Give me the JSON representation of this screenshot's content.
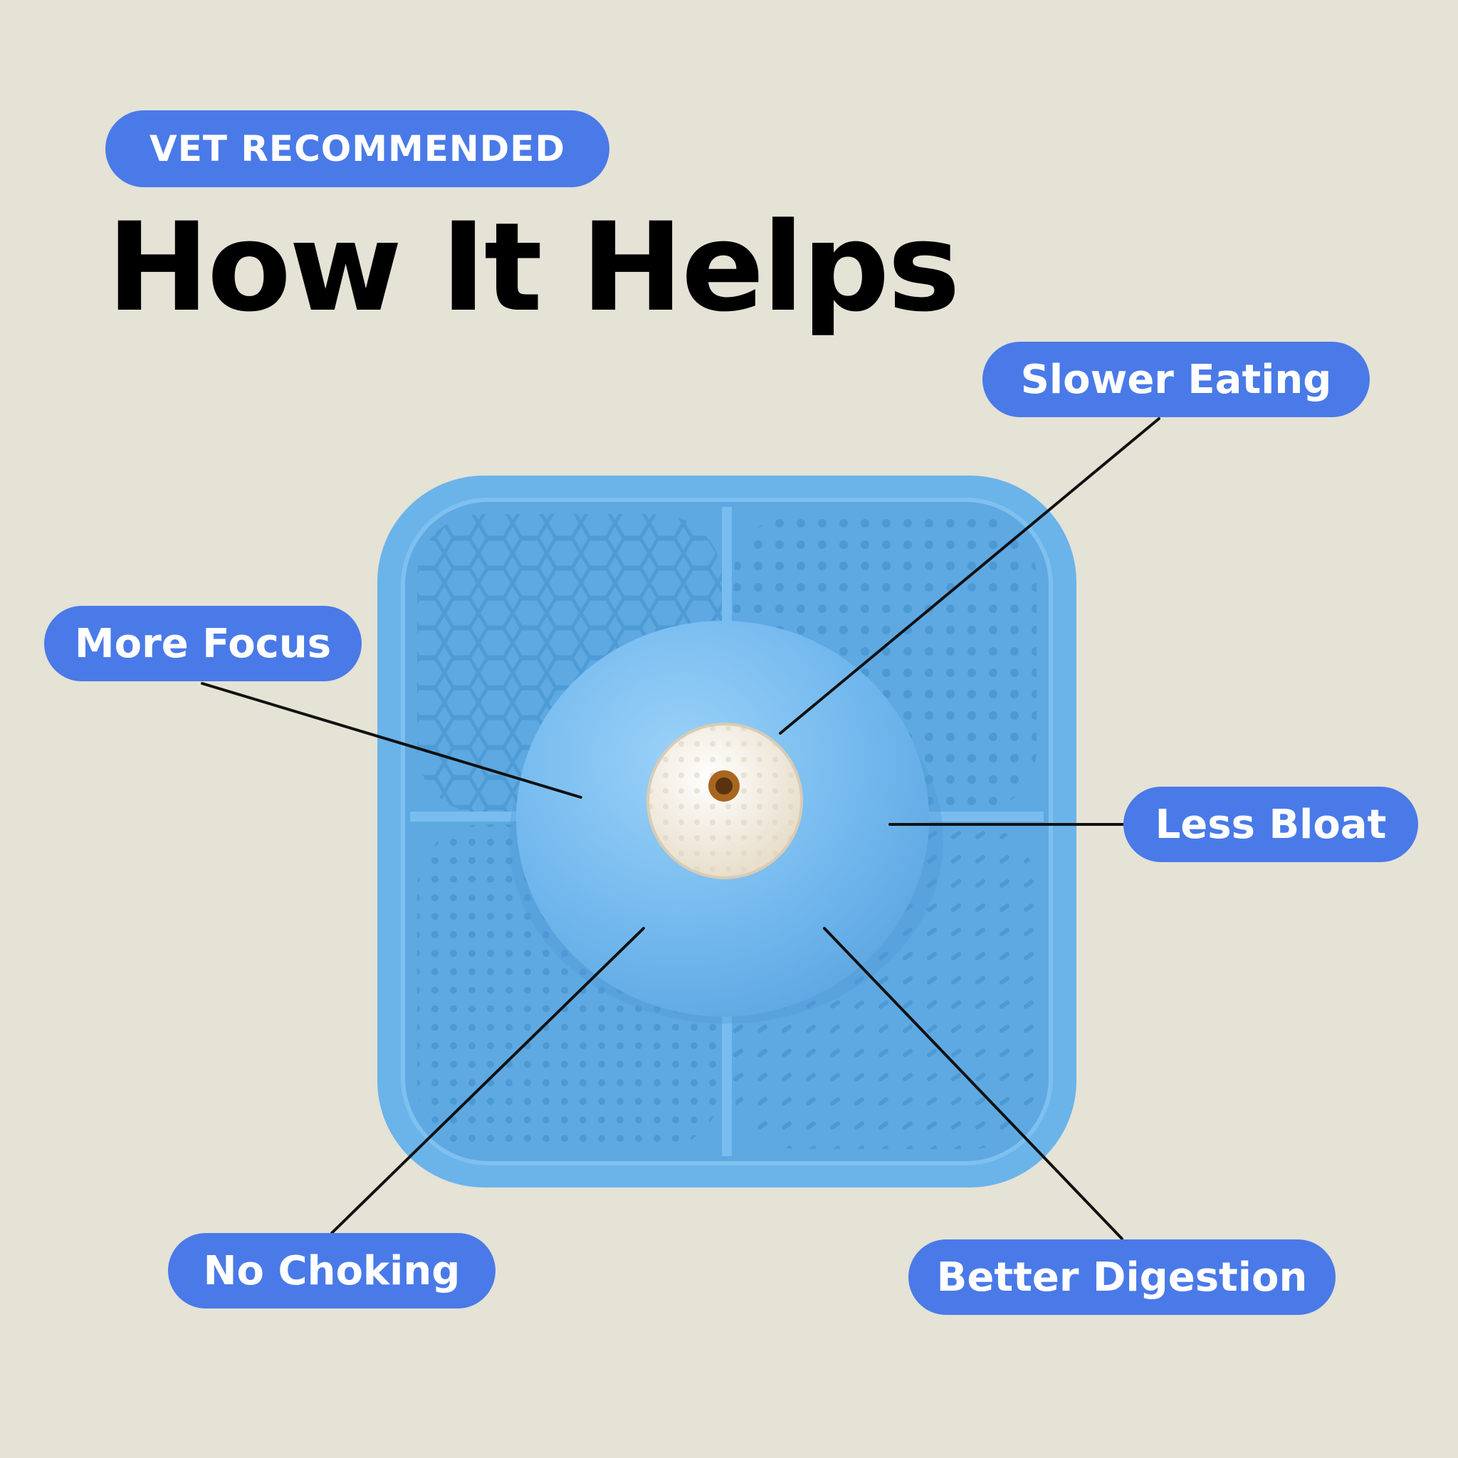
{
  "badge": {
    "label": "VET RECOMMENDED"
  },
  "title": "How It Helps",
  "benefits": {
    "slower_eating": "Slower Eating",
    "more_focus": "More Focus",
    "less_bloat": "Less Bloat",
    "no_choking": "No Choking",
    "better_digestion": "Better Digestion"
  },
  "colors": {
    "background": "#e5e2d6",
    "accent": "#4a7ae8",
    "mat": "#6ab4ea",
    "dome": "#7ec0f0",
    "insert": "#f4eee2",
    "line": "#111111"
  },
  "icons": {
    "product": "lick-mat-icon",
    "insert": "treat-ball-icon"
  }
}
